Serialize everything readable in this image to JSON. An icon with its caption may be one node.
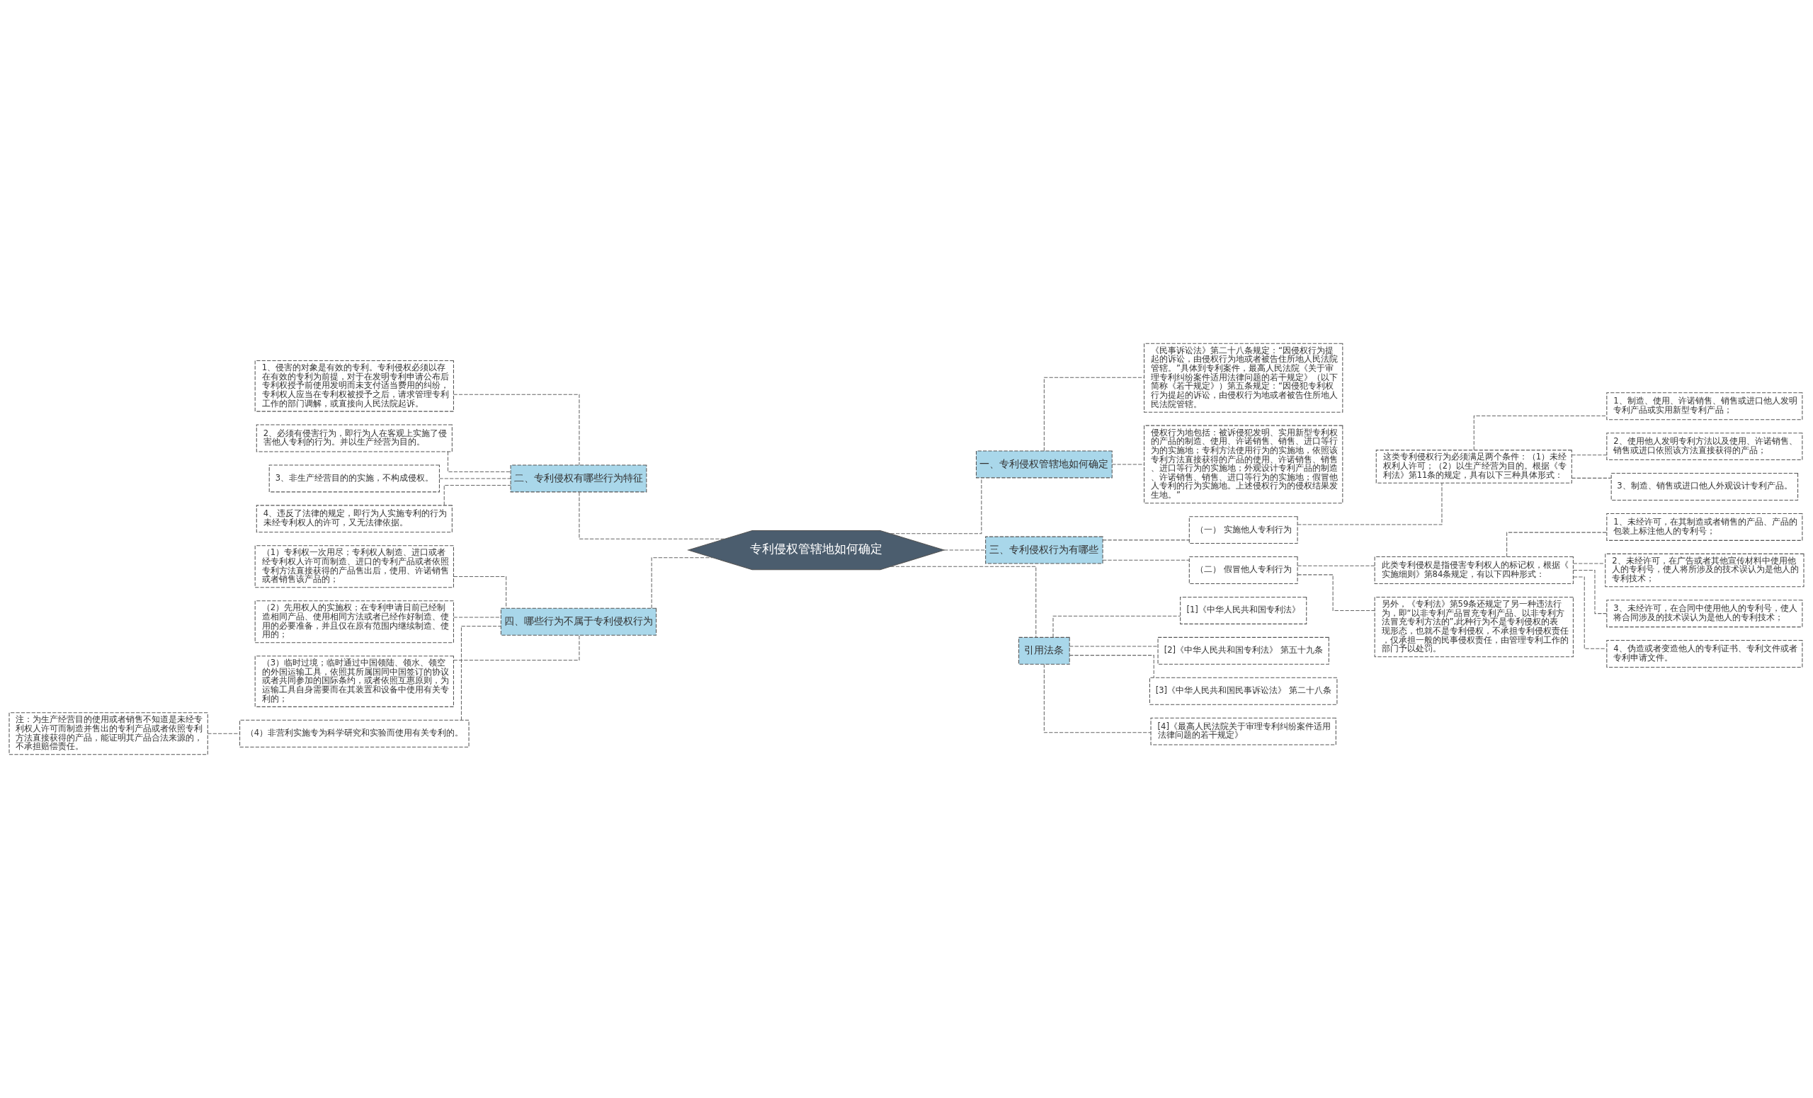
{
  "diagram": {
    "nodes": [
      {
        "text": [
          "专利侵权管辖地如何确定"
        ]
      },
      {
        "text": [
          "一、专利侵权管辖地如何确定"
        ]
      },
      {
        "text": [
          "《民事诉讼法》第二十八条规定：“因侵权行为提起的诉讼，由侵权行为地或者被告住所地人民法院管辖。”具体到专利案件，最高人民法院《关于审理专利纠纷案件适用法律问题的若干规定》（以下简称《若干规定》）第五条规定：“因侵犯专利权行为提起的诉讼，由侵权行为地或者被告住所地人民法院管辖。"
        ]
      },
      {
        "text": [
          "侵权行为地包括：被诉侵犯发明、实用新型专利权的产品的制造、使用、许诺销售、销售、进口等行为的实施地；专利方法使用行为的实施地，依照该专利方法直接获得的产品的使用、许诺销售、销售、进口等行为的实施地；外观设计专利产品的制造、许诺销售、销售、进口等行为的实施地；假冒他人专利的行为实施地。上述侵权行为的侵权结果发生地。”"
        ]
      },
      {
        "text": [
          "二、专利侵权有哪些行为特征"
        ]
      },
      {
        "text": [
          "1、侵害的对象是有效的专利。专利侵权必须以存在有效的专利为前提，对于在发明专利申请公布后专利权授予前使用发明而未支付适当费用的纠纷，专利权人应当在专利权被授予之后，请求管理专利工作的部门调解，或直接向人民法院起诉。"
        ]
      },
      {
        "text": [
          "2、必须有侵害行为，即行为人在客观上实施了侵害他人专利的行为。并以生产经营为目的。"
        ]
      },
      {
        "text": [
          "3、非生产经营目的的实施，不构成侵权。"
        ]
      },
      {
        "text": [
          "4、违反了法律的规定，即行为人实施专利的行为未经专利权人的许可，又无法律依据。"
        ]
      },
      {
        "text": [
          "三、专利侵权行为有哪些"
        ]
      },
      {
        "text": [
          "（一） 实施他人专利行为"
        ]
      },
      {
        "text": [
          "这类专利侵权行为必须满足两个条件：（1）未经权利人许可；（2）以生产经营为目的。根据《专利法》第11条的规定，具有以下三种具体形式："
        ]
      },
      {
        "text": [
          "1、制造、使用、许诺销售、销售或进口他人发明专利产品或实用新型专利产品；"
        ]
      },
      {
        "text": [
          "2、使用他人发明专利方法以及使用、许诺销售、销售或进口依照该方法直接获得的产品；"
        ]
      },
      {
        "text": [
          "3、制造、销售或进口他人外观设计专利产品。"
        ]
      },
      {
        "text": [
          "（二） 假冒他人专利行为"
        ]
      },
      {
        "text": [
          "此类专利侵权是指侵害专利权人的标记权，根据《实施细则》第84条规定，有以下四种形式："
        ]
      },
      {
        "text": [
          "1、未经许可，在其制造或者销售的产品、产品的包装上标注他人的专利号；"
        ]
      },
      {
        "text": [
          "2、未经许可，在广告或者其他宣传材料中使用他人的专利号，使人将所涉及的技术误认为是他人的专利技术；"
        ]
      },
      {
        "text": [
          "3、未经许可，在合同中使用他人的专利号，使人将合同涉及的技术误认为是他人的专利技术；"
        ]
      },
      {
        "text": [
          "4、伪造或者变造他人的专利证书、专利文件或者专利申请文件。"
        ]
      },
      {
        "text": [
          "另外，《专利法》第59条还规定了另一种违法行为，即“以非专利产品冒充专利产品、以非专利方法冒充专利方法的”,此种行为不是专利侵权的表现形态，也就不是专利侵权，不承担专利侵权责任，仅承担一般的民事侵权责任，由管理专利工作的部门予以处罚。"
        ]
      },
      {
        "text": [
          "四、哪些行为不属于专利侵权行为"
        ]
      },
      {
        "text": [
          "（1）专利权一次用尽；专利权人制造、进口或者经专利权人许可而制造、进口的专利产品或者依照专利方法直接获得的产品售出后，使用、许诺销售或者销售该产品的；"
        ]
      },
      {
        "text": [
          "（2）先用权人的实施权；在专利申请日前已经制造相同产品、使用相同方法或者已经作好制造、使用的必要准备，并且仅在原有范围内继续制造、使用的；"
        ]
      },
      {
        "text": [
          "（3）临时过境；临时通过中国领陆、领水、领空的外国运输工具，依照其所属国同中国签订的协议或者共同参加的国际条约，或者依照互惠原则，为运输工具自身需要而在其装置和设备中使用有关专利的；"
        ]
      },
      {
        "text": [
          "（4）非营利实施专为科学研究和实验而使用有关专利的。"
        ]
      },
      {
        "text": [
          "注：为生产经营目的使用或者销售不知道是未经专利权人许可而制造并售出的专利产品或者依照专利方法直接获得的产品，能证明其产品合法来源的，不承担赔偿责任。"
        ]
      },
      {
        "text": [
          "引用法条"
        ]
      },
      {
        "text": [
          "[1]《中华人民共和国专利法》"
        ]
      },
      {
        "text": [
          "[2]《中华人民共和国专利法》 第五十九条"
        ]
      },
      {
        "text": [
          "[3]《中华人民共和国民事诉讼法》 第二十八条"
        ]
      },
      {
        "text": [
          "[4]《最高人民法院关于审理专利纠纷案件适用法律问题的若干规定》"
        ]
      }
    ],
    "edges": [
      {
        "from": 0,
        "to": 1,
        "arrow": "none"
      },
      {
        "from": 1,
        "to": 2,
        "arrow": "none"
      },
      {
        "from": 1,
        "to": 3,
        "arrow": "none"
      },
      {
        "from": 0,
        "to": 4,
        "arrow": "none"
      },
      {
        "from": 4,
        "to": 5,
        "arrow": "none"
      },
      {
        "from": 4,
        "to": 6,
        "arrow": "none"
      },
      {
        "from": 4,
        "to": 7,
        "arrow": "none"
      },
      {
        "from": 4,
        "to": 8,
        "arrow": "none"
      },
      {
        "from": 0,
        "to": 9,
        "arrow": "none"
      },
      {
        "from": 9,
        "to": 10,
        "arrow": "none"
      },
      {
        "from": 10,
        "to": 11,
        "arrow": "none"
      },
      {
        "from": 11,
        "to": 12,
        "arrow": "none"
      },
      {
        "from": 11,
        "to": 13,
        "arrow": "none"
      },
      {
        "from": 11,
        "to": 14,
        "arrow": "none"
      },
      {
        "from": 9,
        "to": 15,
        "arrow": "none"
      },
      {
        "from": 15,
        "to": 16,
        "arrow": "none"
      },
      {
        "from": 16,
        "to": 17,
        "arrow": "none"
      },
      {
        "from": 16,
        "to": 18,
        "arrow": "none"
      },
      {
        "from": 16,
        "to": 19,
        "arrow": "none"
      },
      {
        "from": 16,
        "to": 20,
        "arrow": "none"
      },
      {
        "from": 15,
        "to": 21,
        "arrow": "none"
      },
      {
        "from": 0,
        "to": 22,
        "arrow": "none"
      },
      {
        "from": 22,
        "to": 23,
        "arrow": "none"
      },
      {
        "from": 22,
        "to": 24,
        "arrow": "none"
      },
      {
        "from": 22,
        "to": 25,
        "arrow": "none"
      },
      {
        "from": 22,
        "to": 26,
        "arrow": "none"
      },
      {
        "from": 26,
        "to": 27,
        "arrow": "none"
      },
      {
        "from": 0,
        "to": 28,
        "arrow": "none"
      },
      {
        "from": 28,
        "to": 29,
        "arrow": "none"
      },
      {
        "from": 28,
        "to": 30,
        "arrow": "none"
      },
      {
        "from": 28,
        "to": 31,
        "arrow": "none"
      },
      {
        "from": 28,
        "to": 32,
        "arrow": "none"
      }
    ]
  }
}
